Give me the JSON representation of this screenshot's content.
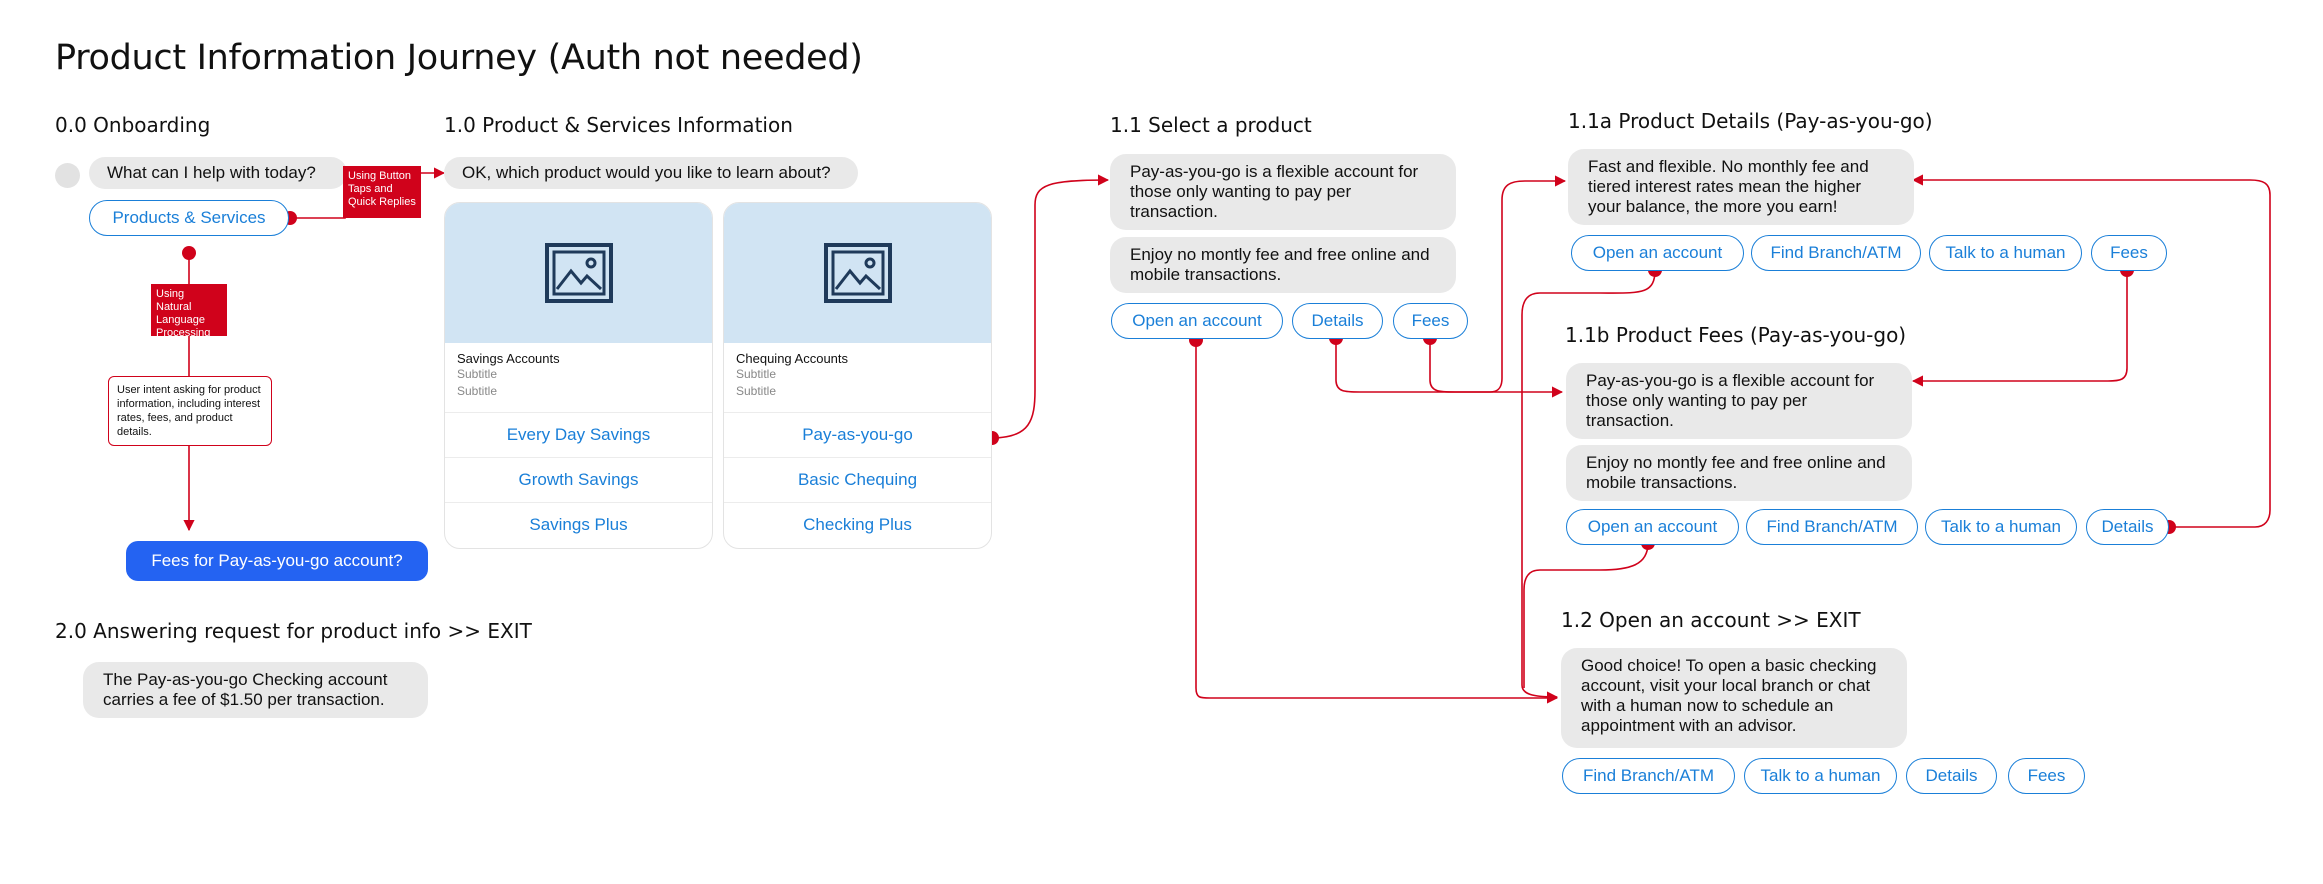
{
  "title": "Product Information Journey (Auth not needed)",
  "colors": {
    "accent": "#1a7fd8",
    "connector": "#d0021b",
    "bubble": "#e9e9e9",
    "primary_button": "#2463f2",
    "card_image": "#d1e4f3"
  },
  "onboarding": {
    "heading": "0.0 Onboarding",
    "bot_message": "What can I help with today?",
    "products_button": "Products & Services",
    "tag_buttons": "Using Button Taps and Quick Replies",
    "tag_nlp": "Using Natural Language Processing",
    "intent_note": "User intent asking for product information, including interest rates, fees, and product details.",
    "user_query": "Fees for Pay-as-you-go account?"
  },
  "product_info": {
    "heading": "1.0 Product & Services Information",
    "bot_message": "OK, which product would you like to learn about?",
    "cards": [
      {
        "title": "Savings Accounts",
        "subtitle1": "Subtitle",
        "subtitle2": "Subtitle",
        "image_icon": "image-icon",
        "options": [
          "Every Day Savings",
          "Growth Savings",
          "Savings Plus"
        ]
      },
      {
        "title": "Chequing Accounts",
        "subtitle1": "Subtitle",
        "subtitle2": "Subtitle",
        "image_icon": "image-icon",
        "options": [
          "Pay-as-you-go",
          "Basic Chequing",
          "Checking Plus"
        ]
      }
    ]
  },
  "answer": {
    "heading": "2.0 Answering request for product info >> EXIT",
    "message": "The Pay-as-you-go Checking account carries a fee of $1.50 per transaction."
  },
  "select_product": {
    "heading": "1.1 Select a product",
    "message1": "Pay-as-you-go is a flexible account for those only wanting to pay per transaction.",
    "message2": "Enjoy no montly fee and free online and mobile transactions.",
    "buttons": [
      "Open an account",
      "Details",
      "Fees"
    ]
  },
  "product_details": {
    "heading": "1.1a Product Details (Pay-as-you-go)",
    "message": "Fast and flexible. No monthly fee and tiered interest rates mean the higher your balance, the more you earn!",
    "buttons": [
      "Open an account",
      "Find Branch/ATM",
      "Talk to a human",
      "Fees"
    ]
  },
  "product_fees": {
    "heading": "1.1b Product Fees (Pay-as-you-go)",
    "message1": "Pay-as-you-go is a flexible account for those only wanting to pay per transaction.",
    "message2": "Enjoy no montly fee and free online and mobile transactions.",
    "buttons": [
      "Open an account",
      "Find Branch/ATM",
      "Talk to a human",
      "Details"
    ]
  },
  "open_account": {
    "heading": "1.2 Open an account >> EXIT",
    "message": "Good choice! To open a basic checking account, visit your local branch or chat with a human now to schedule an appointment with an advisor.",
    "buttons": [
      "Find Branch/ATM",
      "Talk to a human",
      "Details",
      "Fees"
    ]
  }
}
